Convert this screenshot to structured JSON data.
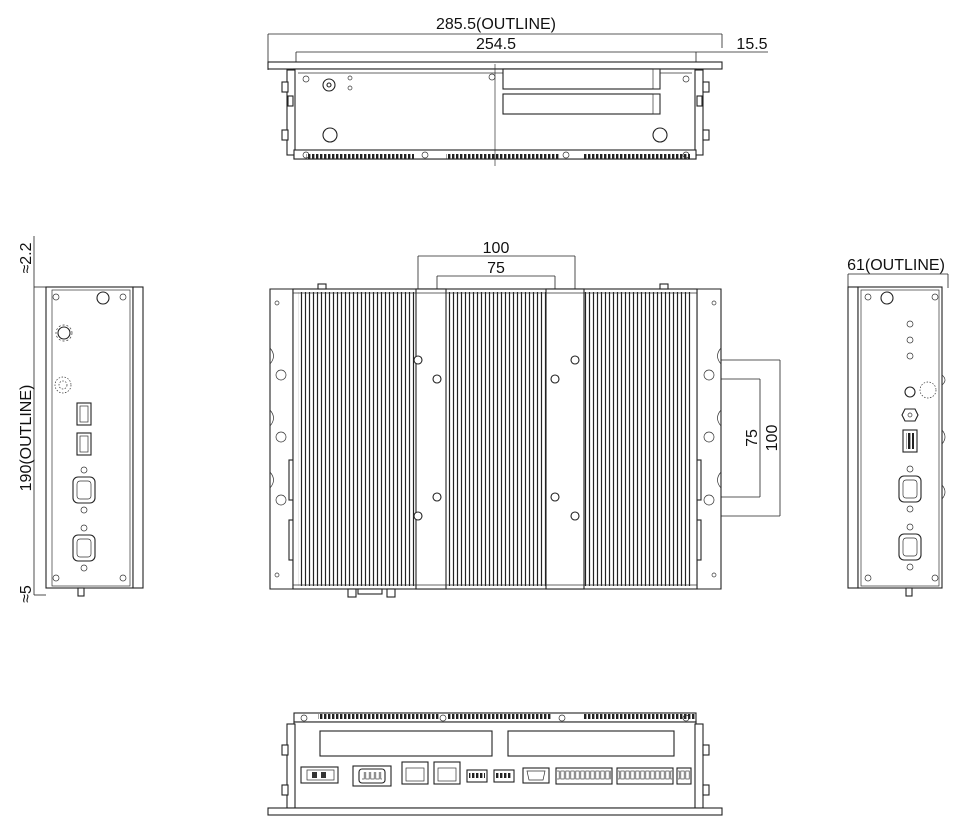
{
  "dimensions": {
    "top_outline": "285.5(OUTLINE)",
    "top_inner": "254.5",
    "top_flange": "15.5",
    "side_depth": "61(OUTLINE)",
    "left_height": "190(OUTLINE)",
    "left_top_gap": "≈2.2",
    "left_bottom_gap": "≈5",
    "mount_outer_width": "100",
    "mount_inner_width": "75",
    "mount_inner_height": "75",
    "mount_outer_height": "100"
  },
  "colors": {
    "line": "#222222",
    "background": "#ffffff"
  }
}
